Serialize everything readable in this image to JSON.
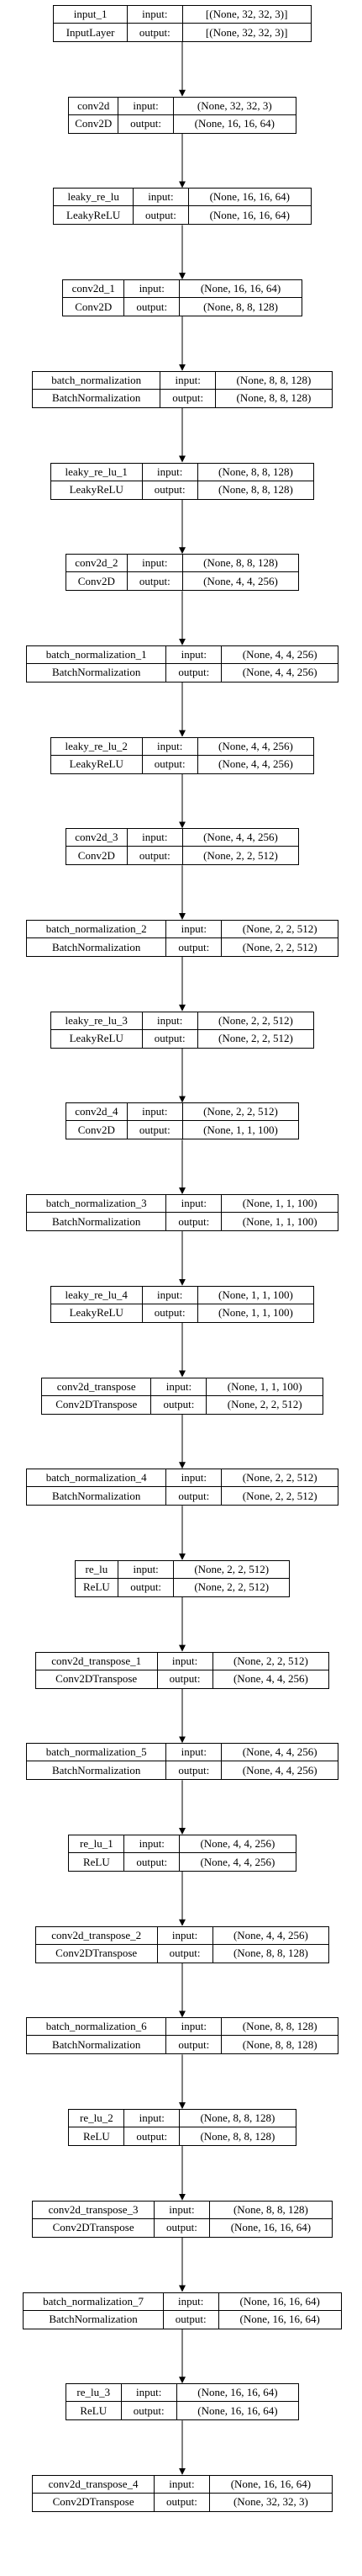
{
  "input_label": "input:",
  "output_label": "output:",
  "layers": [
    {
      "name": "input_1",
      "type": "InputLayer",
      "input": "[(None, 32, 32, 3)]",
      "output": "[(None, 32, 32, 3)]"
    },
    {
      "name": "conv2d",
      "type": "Conv2D",
      "input": "(None, 32, 32, 3)",
      "output": "(None, 16, 16, 64)"
    },
    {
      "name": "leaky_re_lu",
      "type": "LeakyReLU",
      "input": "(None, 16, 16, 64)",
      "output": "(None, 16, 16, 64)"
    },
    {
      "name": "conv2d_1",
      "type": "Conv2D",
      "input": "(None, 16, 16, 64)",
      "output": "(None, 8, 8, 128)"
    },
    {
      "name": "batch_normalization",
      "type": "BatchNormalization",
      "input": "(None, 8, 8, 128)",
      "output": "(None, 8, 8, 128)"
    },
    {
      "name": "leaky_re_lu_1",
      "type": "LeakyReLU",
      "input": "(None, 8, 8, 128)",
      "output": "(None, 8, 8, 128)"
    },
    {
      "name": "conv2d_2",
      "type": "Conv2D",
      "input": "(None, 8, 8, 128)",
      "output": "(None, 4, 4, 256)"
    },
    {
      "name": "batch_normalization_1",
      "type": "BatchNormalization",
      "input": "(None, 4, 4, 256)",
      "output": "(None, 4, 4, 256)"
    },
    {
      "name": "leaky_re_lu_2",
      "type": "LeakyReLU",
      "input": "(None, 4, 4, 256)",
      "output": "(None, 4, 4, 256)"
    },
    {
      "name": "conv2d_3",
      "type": "Conv2D",
      "input": "(None, 4, 4, 256)",
      "output": "(None, 2, 2, 512)"
    },
    {
      "name": "batch_normalization_2",
      "type": "BatchNormalization",
      "input": "(None, 2, 2, 512)",
      "output": "(None, 2, 2, 512)"
    },
    {
      "name": "leaky_re_lu_3",
      "type": "LeakyReLU",
      "input": "(None, 2, 2, 512)",
      "output": "(None, 2, 2, 512)"
    },
    {
      "name": "conv2d_4",
      "type": "Conv2D",
      "input": "(None, 2, 2, 512)",
      "output": "(None, 1, 1, 100)"
    },
    {
      "name": "batch_normalization_3",
      "type": "BatchNormalization",
      "input": "(None, 1, 1, 100)",
      "output": "(None, 1, 1, 100)"
    },
    {
      "name": "leaky_re_lu_4",
      "type": "LeakyReLU",
      "input": "(None, 1, 1, 100)",
      "output": "(None, 1, 1, 100)"
    },
    {
      "name": "conv2d_transpose",
      "type": "Conv2DTranspose",
      "input": "(None, 1, 1, 100)",
      "output": "(None, 2, 2, 512)"
    },
    {
      "name": "batch_normalization_4",
      "type": "BatchNormalization",
      "input": "(None, 2, 2, 512)",
      "output": "(None, 2, 2, 512)"
    },
    {
      "name": "re_lu",
      "type": "ReLU",
      "input": "(None, 2, 2, 512)",
      "output": "(None, 2, 2, 512)"
    },
    {
      "name": "conv2d_transpose_1",
      "type": "Conv2DTranspose",
      "input": "(None, 2, 2, 512)",
      "output": "(None, 4, 4, 256)"
    },
    {
      "name": "batch_normalization_5",
      "type": "BatchNormalization",
      "input": "(None, 4, 4, 256)",
      "output": "(None, 4, 4, 256)"
    },
    {
      "name": "re_lu_1",
      "type": "ReLU",
      "input": "(None, 4, 4, 256)",
      "output": "(None, 4, 4, 256)"
    },
    {
      "name": "conv2d_transpose_2",
      "type": "Conv2DTranspose",
      "input": "(None, 4, 4, 256)",
      "output": "(None, 8, 8, 128)"
    },
    {
      "name": "batch_normalization_6",
      "type": "BatchNormalization",
      "input": "(None, 8, 8, 128)",
      "output": "(None, 8, 8, 128)"
    },
    {
      "name": "re_lu_2",
      "type": "ReLU",
      "input": "(None, 8, 8, 128)",
      "output": "(None, 8, 8, 128)"
    },
    {
      "name": "conv2d_transpose_3",
      "type": "Conv2DTranspose",
      "input": "(None, 8, 8, 128)",
      "output": "(None, 16, 16, 64)"
    },
    {
      "name": "batch_normalization_7",
      "type": "BatchNormalization",
      "input": "(None, 16, 16, 64)",
      "output": "(None, 16, 16, 64)"
    },
    {
      "name": "re_lu_3",
      "type": "ReLU",
      "input": "(None, 16, 16, 64)",
      "output": "(None, 16, 16, 64)"
    },
    {
      "name": "conv2d_transpose_4",
      "type": "Conv2DTranspose",
      "input": "(None, 16, 16, 64)",
      "output": "(None, 32, 32, 3)"
    }
  ]
}
